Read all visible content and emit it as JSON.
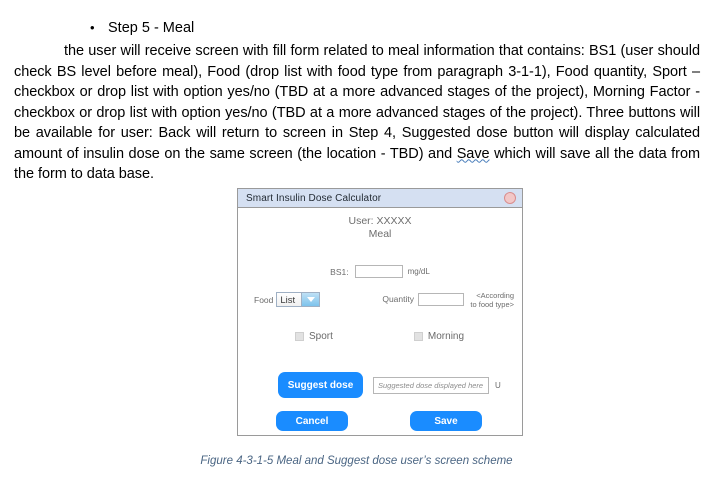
{
  "document": {
    "bullet_marker": "•",
    "bullet_text": "Step 5 - Meal",
    "paragraph_pre": "the user will receive screen with fill form related to meal information that contains: BS1 (user should check BS level before meal), Food (drop list with food type from paragraph 3-1-1), Food quantity, Sport – checkbox or drop list with option yes/no (TBD at a more advanced stages of the project), Morning Factor - checkbox or drop list with option yes/no (TBD at a more advanced stages of the project). Three buttons will be available for user: Back will return to screen in Step 4, Suggested dose button will display calculated amount of insulin dose on the same screen (the location - TBD) and ",
    "paragraph_spellchecked_word": "Save",
    "paragraph_post": " which will save all the data from the form to data base."
  },
  "dialog": {
    "title": "Smart Insulin Dose Calculator",
    "close_icon": "close-circle-icon",
    "user_line": "User: XXXXX",
    "screen_name": "Meal",
    "bs1": {
      "label": "BS1:",
      "value": "",
      "unit": "mg/dL"
    },
    "food": {
      "label": "Food",
      "selected": "List",
      "dropdown_icon": "chevron-down-icon"
    },
    "quantity": {
      "label": "Quantity",
      "value": "",
      "hint": "<According to food type>"
    },
    "checkboxes": [
      {
        "name": "sport",
        "label": "Sport",
        "checked": false
      },
      {
        "name": "morning",
        "label": "Morning",
        "checked": false
      }
    ],
    "suggest": {
      "button_label": "Suggest dose",
      "result_placeholder": "Suggested dose displayed here",
      "result_value": "",
      "unit": "U"
    },
    "buttons": {
      "cancel": "Cancel",
      "save": "Save"
    },
    "colors": {
      "titlebar": "#d5e0f2",
      "accent_blue": "#1a8cff",
      "close": "#f2c7c7"
    }
  },
  "caption": {
    "text": "Figure 4-3-1-5 Meal and Suggest dose user’s screen scheme"
  }
}
